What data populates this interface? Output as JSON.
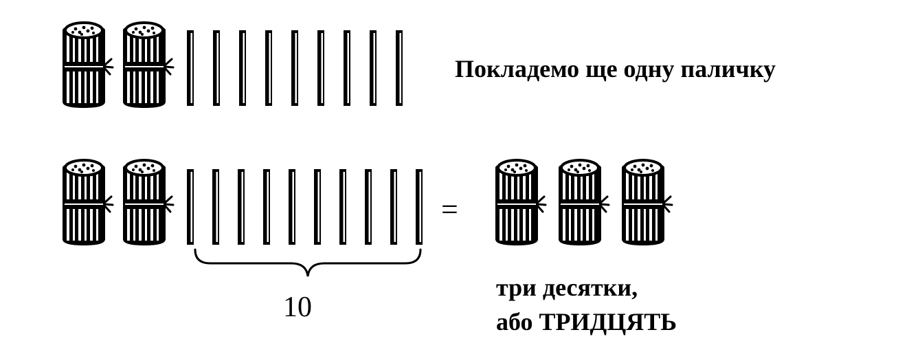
{
  "top_row": {
    "bundles": 2,
    "single_sticks": 9,
    "caption": "Покладемо ще одну паличку"
  },
  "bottom_row": {
    "left_bundles": 2,
    "single_sticks": 10,
    "brace_label": "10",
    "equals": "=",
    "right_bundles": 3,
    "result_line_1": "три десятки,",
    "result_line_2": "або ТРИДЦЯТЬ"
  }
}
